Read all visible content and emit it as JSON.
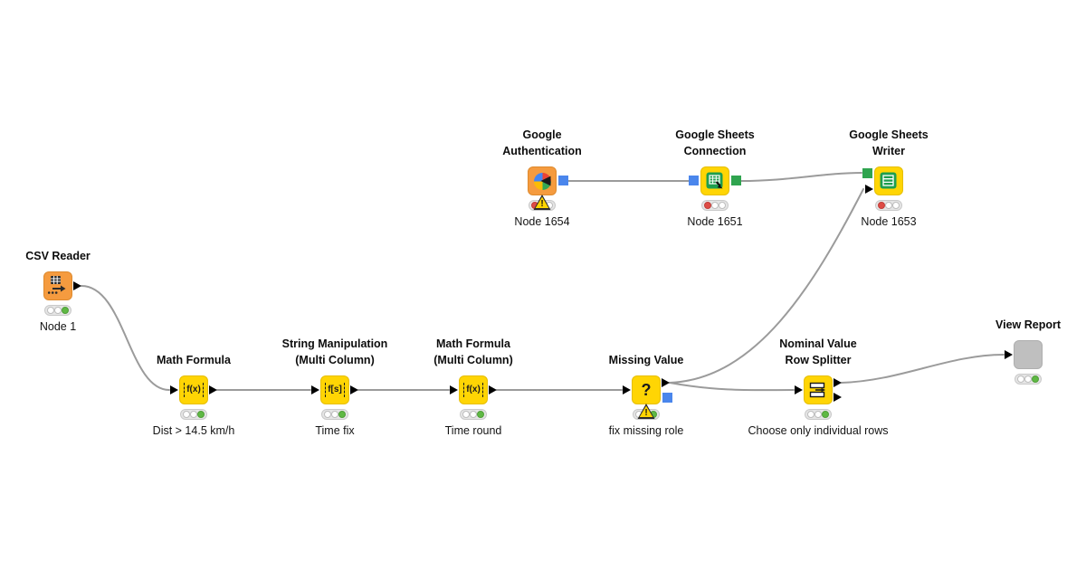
{
  "app": {
    "name": "KNIME workflow canvas"
  },
  "colors": {
    "canvas_bg": "#ffffff",
    "node_yellow": "#FFD504",
    "node_orange": "#F59B3F",
    "node_gray": "#BFBFBF",
    "wire_gray": "#9b9b9b",
    "port_blue": "#4A86EC",
    "port_green": "#2FA44F",
    "status_green": "#5FB944",
    "status_red": "#DE4C46",
    "warning_yellow": "#FFD500",
    "sheets_icon_green": "#1E9E4F"
  },
  "nodes": {
    "csv_reader": {
      "title1": "CSV Reader",
      "label": "Node 1",
      "icon": "csv-reader-icon",
      "status_lights": [
        "off",
        "off",
        "green"
      ],
      "warning": false
    },
    "math_formula": {
      "title1": "Math Formula",
      "label": "Dist > 14.5 km/h",
      "icon": "math-formula-icon",
      "icon_text": "f(x)",
      "status_lights": [
        "off",
        "off",
        "green"
      ],
      "warning": false
    },
    "string_manip": {
      "title1": "String Manipulation",
      "title2": "(Multi Column)",
      "label": "Time fix",
      "icon": "string-manipulation-icon",
      "icon_text": "f[s]",
      "status_lights": [
        "off",
        "off",
        "green"
      ],
      "warning": false
    },
    "math_formula_mc": {
      "title1": "Math Formula",
      "title2": "(Multi Column)",
      "label": "Time round",
      "icon": "math-formula-multicolumn-icon",
      "icon_text": "f(x)",
      "status_lights": [
        "off",
        "off",
        "green"
      ],
      "warning": false
    },
    "missing_value": {
      "title1": "Missing Value",
      "label": "fix missing role",
      "icon": "question-mark-icon",
      "icon_text": "?",
      "status_lights": [
        "off",
        "off",
        "green"
      ],
      "warning": true
    },
    "row_splitter": {
      "title1": "Nominal Value",
      "title2": "Row Splitter",
      "label": "Choose only individual rows",
      "icon": "row-splitter-icon",
      "status_lights": [
        "off",
        "off",
        "green"
      ],
      "warning": false
    },
    "view_report": {
      "title1": "View Report",
      "icon": "blank-gray-node",
      "status_lights": [
        "off",
        "off",
        "green"
      ],
      "warning": false
    },
    "google_auth": {
      "title1": "Google",
      "title2": "Authentication",
      "label": "Node 1654",
      "icon": "google-pinwheel-icon",
      "status_lights": [
        "red",
        "off",
        "off"
      ],
      "warning": true
    },
    "sheets_connection": {
      "title1": "Google Sheets",
      "title2": "Connection",
      "label": "Node 1651",
      "icon": "google-sheets-icon",
      "status_lights": [
        "red",
        "off",
        "off"
      ],
      "warning": false
    },
    "sheets_writer": {
      "title1": "Google Sheets",
      "title2": "Writer",
      "label": "Node 1653",
      "icon": "google-sheets-grid-icon",
      "status_lights": [
        "red",
        "off",
        "off"
      ],
      "warning": false
    }
  },
  "connections": [
    {
      "from": "csv_reader",
      "to": "math_formula"
    },
    {
      "from": "math_formula",
      "to": "string_manip"
    },
    {
      "from": "string_manip",
      "to": "math_formula_mc"
    },
    {
      "from": "math_formula_mc",
      "to": "missing_value"
    },
    {
      "from": "missing_value",
      "to": "row_splitter"
    },
    {
      "from": "missing_value",
      "to": "sheets_writer"
    },
    {
      "from": "row_splitter",
      "to": "view_report"
    },
    {
      "from": "google_auth",
      "to": "sheets_connection"
    },
    {
      "from": "sheets_connection",
      "to": "sheets_writer"
    }
  ]
}
